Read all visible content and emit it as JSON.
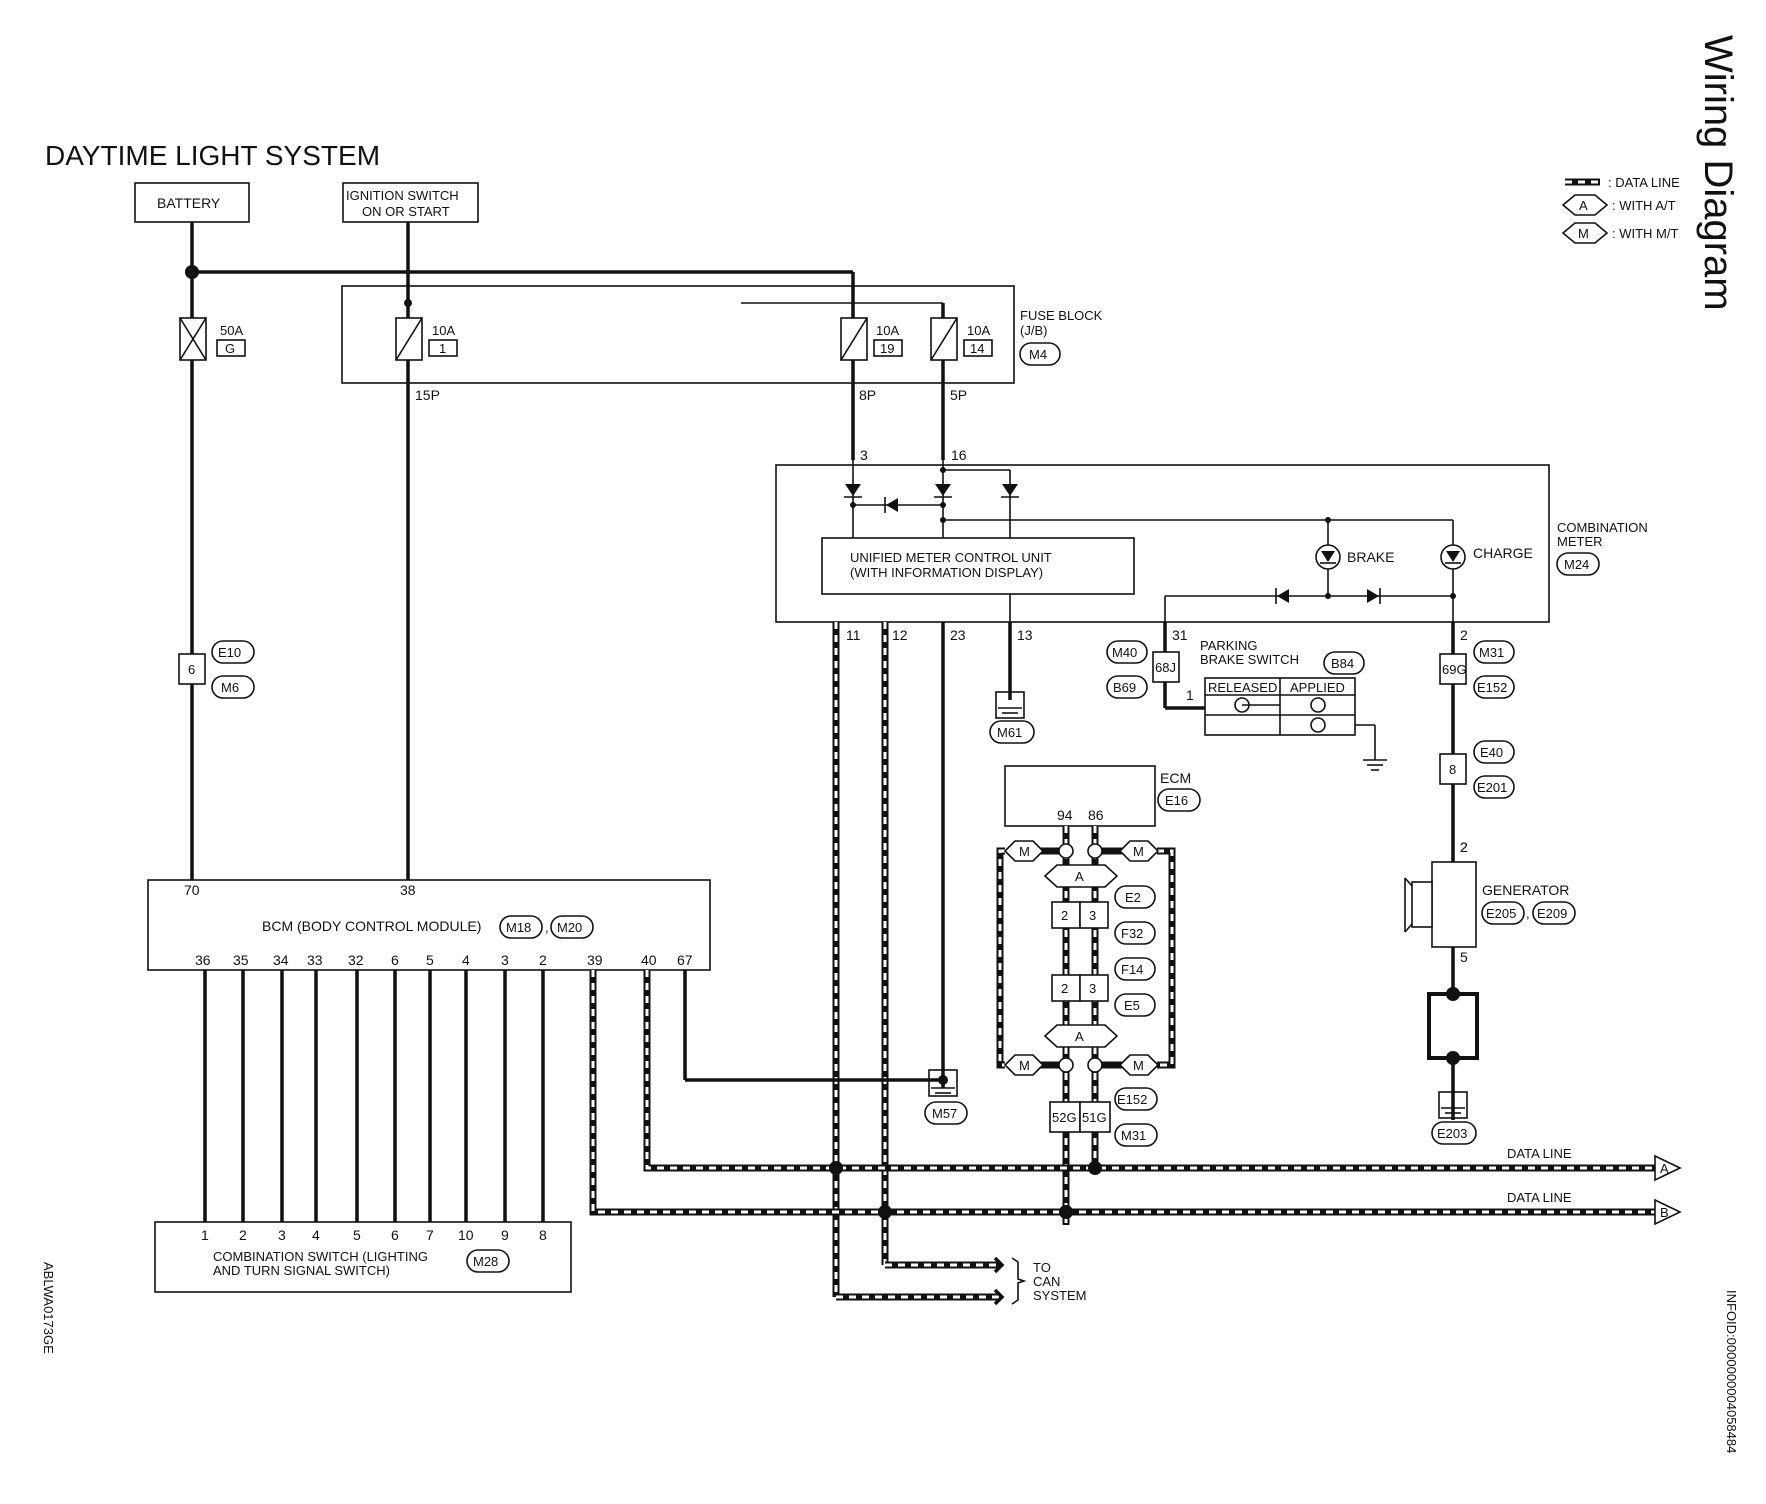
{
  "header": {
    "title": "DAYTIME LIGHT SYSTEM",
    "side_title": "Wiring Diagram"
  },
  "legend": {
    "data_line": ": DATA LINE",
    "at": ": WITH A/T",
    "mt": ": WITH M/T",
    "at_code": "A",
    "mt_code": "M"
  },
  "sources": {
    "battery": "BATTERY",
    "ignition_line1": "IGNITION SWITCH",
    "ignition_line2": "ON OR START"
  },
  "fuses": {
    "main": {
      "rating": "50A",
      "id": "G"
    },
    "f1": {
      "rating": "10A",
      "id": "1"
    },
    "f19": {
      "rating": "10A",
      "id": "19"
    },
    "f14": {
      "rating": "10A",
      "id": "14"
    },
    "block_line1": "FUSE BLOCK",
    "block_line2": "(J/B)",
    "block_conn": "M4",
    "terminals": {
      "t15p": "15P",
      "t8p": "8P",
      "t5p": "5P"
    }
  },
  "combination_meter": {
    "name_line1": "COMBINATION",
    "name_line2": "METER",
    "conn": "M24",
    "unit_line1": "UNIFIED METER CONTROL UNIT",
    "unit_line2": "(WITH INFORMATION DISPLAY)",
    "brake": "BRAKE",
    "charge": "CHARGE",
    "pins_top": {
      "p3": "3",
      "p16": "16"
    },
    "pins_bottom": {
      "p11": "11",
      "p12": "12",
      "p23": "23",
      "p13": "13",
      "p31": "31",
      "p2": "2"
    }
  },
  "connectors": {
    "e10": "E10",
    "m6": "M6",
    "e10_pin": "6",
    "m40": "M40",
    "b69": "B69",
    "j68": "68J",
    "m31": "M31",
    "e152": "E152",
    "g69": "69G",
    "e40": "E40",
    "e201": "E201",
    "e40_pin": "8",
    "m61": "M61",
    "m57": "M57",
    "e2": "E2",
    "f32": "F32",
    "f14": "F14",
    "e5": "E5",
    "e152b": "E152",
    "m31b": "M31",
    "g52": "52G",
    "g51": "51G",
    "e203": "E203",
    "pin2a": "2",
    "pin3a": "3",
    "pin2b": "2",
    "pin3b": "3"
  },
  "parking_brake": {
    "name_line1": "PARKING",
    "name_line2": "BRAKE SWITCH",
    "conn": "B84",
    "released": "RELEASED",
    "applied": "APPLIED",
    "pin": "1"
  },
  "ecm": {
    "name": "ECM",
    "conn": "E16",
    "pin94": "94",
    "pin86": "86"
  },
  "generator": {
    "name": "GENERATOR",
    "conn1": "E205",
    "conn2": "E209",
    "sep": ",",
    "pin_top": "2",
    "pin_bottom": "5",
    "pin_in": "2"
  },
  "bcm": {
    "name": "BCM (BODY CONTROL MODULE)",
    "conn1": "M18",
    "conn2": "M20",
    "sep": ",",
    "pin70": "70",
    "pin38": "38",
    "bottom_pins": [
      "36",
      "35",
      "34",
      "33",
      "32",
      "6",
      "5",
      "4",
      "3",
      "2"
    ],
    "pin39": "39",
    "pin40": "40",
    "pin67": "67"
  },
  "combination_switch": {
    "name_line1": "COMBINATION SWITCH (LIGHTING",
    "name_line2": "AND TURN SIGNAL SWITCH)",
    "conn": "M28",
    "pins": [
      "1",
      "2",
      "3",
      "4",
      "5",
      "6",
      "7",
      "10",
      "9",
      "8"
    ]
  },
  "data_lines": {
    "line_a": "DATA LINE",
    "line_b": "DATA LINE",
    "arrow_a": "A",
    "arrow_b": "B",
    "to_can_1": "TO",
    "to_can_2": "CAN",
    "to_can_3": "SYSTEM"
  },
  "footer": {
    "left_code": "ABLWA0173GE",
    "right_code": "INFOID:0000000004058484"
  }
}
